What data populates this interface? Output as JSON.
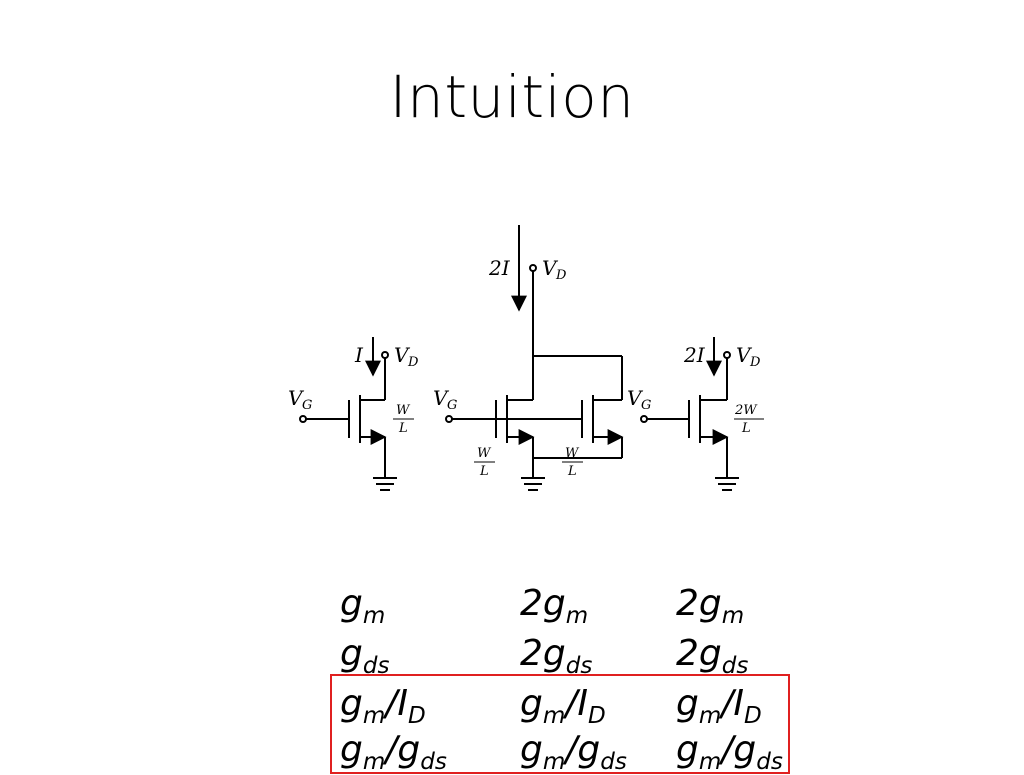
{
  "slide": {
    "title": "Intuition"
  },
  "circuits": {
    "left": {
      "current": "I",
      "drain": "V",
      "drain_sub": "D",
      "gate": "V",
      "gate_sub": "G",
      "size_num": "W",
      "size_den": "L"
    },
    "middle": {
      "current": "2I",
      "drain": "V",
      "drain_sub": "D",
      "gate": "V",
      "gate_sub": "G",
      "size1_num": "W",
      "size1_den": "L",
      "size2_num": "W",
      "size2_den": "L"
    },
    "right": {
      "current": "2I",
      "drain": "V",
      "drain_sub": "D",
      "gate": "V",
      "gate_sub": "G",
      "size_num": "2W",
      "size_den": "L"
    }
  },
  "table": {
    "col1": [
      {
        "base": "g",
        "sub": "m",
        "tail": "",
        "tail_sub": ""
      },
      {
        "base": "g",
        "sub": "ds",
        "tail": "",
        "tail_sub": ""
      },
      {
        "base": "g",
        "sub": "m",
        "tail": "/I",
        "tail_sub": "D"
      },
      {
        "base": "g",
        "sub": "m",
        "tail": "/g",
        "tail_sub": "ds"
      }
    ],
    "col2": [
      {
        "base": "2g",
        "sub": "m",
        "tail": "",
        "tail_sub": ""
      },
      {
        "base": "2g",
        "sub": "ds",
        "tail": "",
        "tail_sub": ""
      },
      {
        "base": "g",
        "sub": "m",
        "tail": "/I",
        "tail_sub": "D"
      },
      {
        "base": "g",
        "sub": "m",
        "tail": "/g",
        "tail_sub": "ds"
      }
    ],
    "col3": [
      {
        "base": "2g",
        "sub": "m",
        "tail": "",
        "tail_sub": ""
      },
      {
        "base": "2g",
        "sub": "ds",
        "tail": "",
        "tail_sub": ""
      },
      {
        "base": "g",
        "sub": "m",
        "tail": "/I",
        "tail_sub": "D"
      },
      {
        "base": "g",
        "sub": "m",
        "tail": "/g",
        "tail_sub": "ds"
      }
    ]
  },
  "highlight_color": "#e02020"
}
